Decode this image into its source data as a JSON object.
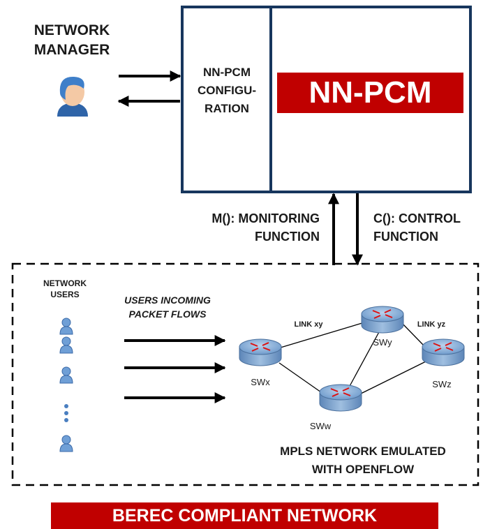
{
  "manager": {
    "line1": "NETWORK",
    "line2": "MANAGER",
    "icon": "person-icon"
  },
  "config": {
    "line1": "NN-PCM",
    "line2": "CONFIGU-",
    "line3": "RATION"
  },
  "nnpcm": {
    "title": "NN-PCM",
    "accent": "#c00000",
    "box_border": "#17365d"
  },
  "monitoring": {
    "line1": "M(): MONITORING",
    "line2": "FUNCTION"
  },
  "control": {
    "line1": "C(): CONTROL",
    "line2": "FUNCTION"
  },
  "users": {
    "line1": "NETWORK",
    "line2": "USERS",
    "flows_line1": "USERS INCOMING",
    "flows_line2": "PACKET FLOWS",
    "icon": "user-icon"
  },
  "network": {
    "switches": [
      "SWx",
      "SWy",
      "SWz",
      "SWw"
    ],
    "links": [
      "LINK xy",
      "LINK yz"
    ],
    "caption_line1": "MPLS NETWORK EMULATED",
    "caption_line2": "WITH OPENFLOW",
    "switch_icon": "router-icon"
  },
  "footer": {
    "title": "BEREC COMPLIANT NETWORK",
    "color": "#c00000"
  }
}
